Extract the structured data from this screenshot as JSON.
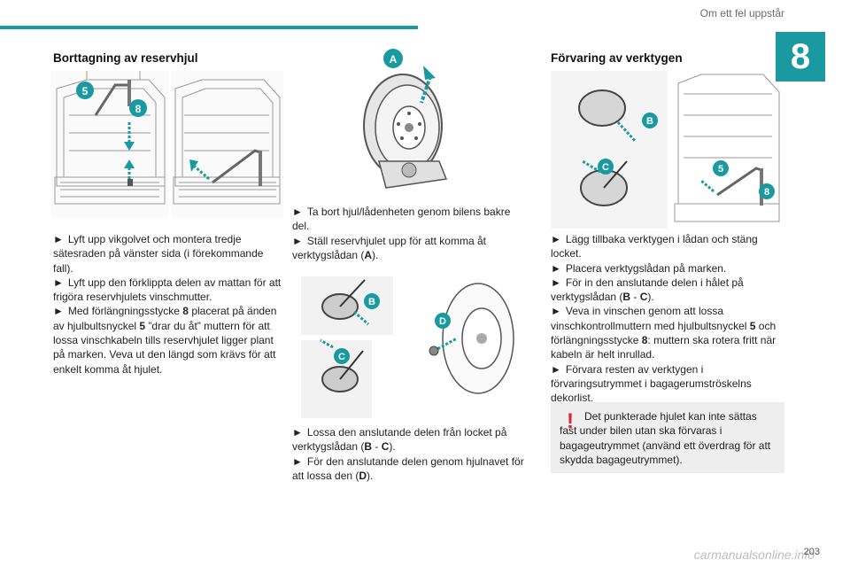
{
  "header": {
    "title": "Om ett fel uppstår",
    "chapter": "8"
  },
  "col1": {
    "title": "Borttagning av reservhjul",
    "callouts": [
      "5",
      "8"
    ],
    "p1": "Lyft upp vikgolvet och montera tredje sätesraden på vänster sida (i förekommande fall).",
    "p2": "Lyft upp den förklippta delen av mattan för att frigöra reservhjulets vinschmutter.",
    "p3_a": "Med förlängningsstycke ",
    "p3_b": "8",
    "p3_c": " placerat på änden av hjulbultsnyckel ",
    "p3_d": "5",
    "p3_e": " ”drar du åt” muttern för att lossa vinschkabeln tills reservhjulet ligger plant på marken. Veva ut den längd som krävs för att enkelt komma åt hjulet."
  },
  "col2": {
    "callout_a": "A",
    "callout_b": "B",
    "callout_c": "C",
    "callout_d": "D",
    "p1": "Ta bort hjul/lådenheten genom bilens bakre del.",
    "p2_a": "Ställ reservhjulet upp för att komma åt verktygslådan (",
    "p2_b": "A",
    "p2_c": ").",
    "p3_a": "Lossa den anslutande delen från locket på verktygslådan (",
    "p3_b": "B",
    "p3_c": " - ",
    "p3_d": "C",
    "p3_e": ").",
    "p4_a": "För den anslutande delen genom hjulnavet för att lossa den (",
    "p4_b": "D",
    "p4_c": ")."
  },
  "col3": {
    "title": "Förvaring av verktygen",
    "callout_b": "B",
    "callout_c": "C",
    "callout_5": "5",
    "callout_8": "8",
    "p1": "Lägg tillbaka verktygen i lådan och stäng locket.",
    "p2": "Placera verktygslådan på marken.",
    "p3_a": "För in den anslutande delen i hålet på verktygslådan (",
    "p3_b": "B",
    "p3_c": " - ",
    "p3_d": "C",
    "p3_e": ").",
    "p4_a": "Veva in vinschen genom att lossa vinschkontrollmuttern med hjulbultsnyckel ",
    "p4_b": "5",
    "p4_c": " och förlängningsstycke ",
    "p4_d": "8",
    "p4_e": ": muttern ska rotera fritt när kabeln är helt inrullad.",
    "p5": "Förvara resten av verktygen i förvaringsutrymmet i bagagerumströskelns dekorlist.",
    "warning_icon": "!",
    "warning": "Det punkterade hjulet kan inte sättas fast under bilen utan ska förvaras i bagageutrymmet (använd ett överdrag för att skydda bagageutrymmet)."
  },
  "bullet": "►",
  "page_number": "203",
  "watermark": "carmanualsonline.info",
  "colors": {
    "accent": "#1a9aa0",
    "callout": "#1a9aa0",
    "warning": "#e2232a"
  }
}
